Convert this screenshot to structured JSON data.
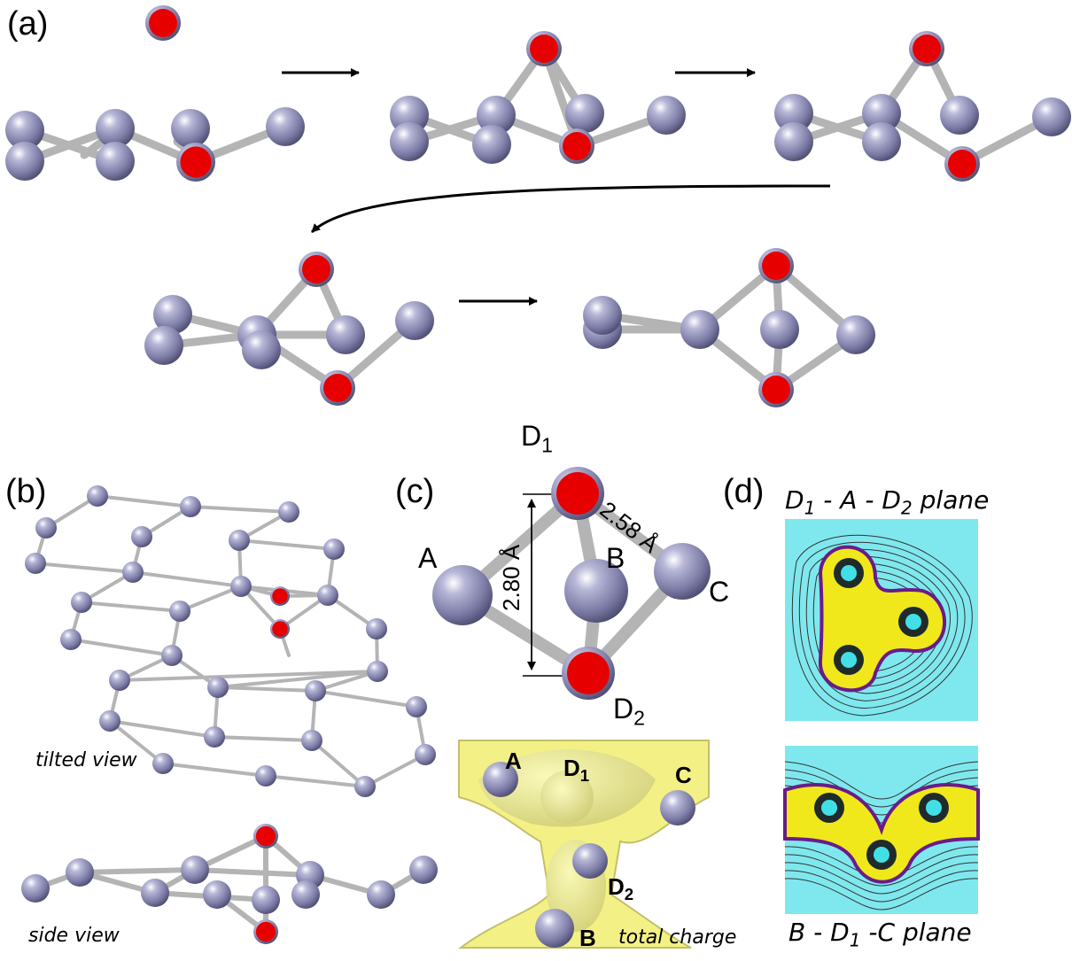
{
  "panels": {
    "a": "(a)",
    "b": "(b)",
    "c": "(c)",
    "d": "(d)"
  },
  "b_captions": {
    "tilted": "tilted view",
    "side": "side view"
  },
  "c_labels": {
    "D1_main": "D",
    "D1_sub": "1",
    "D2_main": "D",
    "D2_sub": "2",
    "A": "A",
    "B": "B",
    "C": "C",
    "bond": "2.58 Å",
    "height": "2.80 Å"
  },
  "charge_labels": {
    "A": "A",
    "D1_main": "D",
    "D1_sub": "1",
    "C": "C",
    "D2_main": "D",
    "D2_sub": "2",
    "B": "B",
    "caption": "total charge"
  },
  "d_captions": {
    "top_pre": "D",
    "top_sub": "1",
    "top_post": " - A - D",
    "top_sub2": "2",
    "top_end": " plane",
    "bot_pre": "B - D",
    "bot_sub": "1",
    "bot_end": " -C plane"
  },
  "colors": {
    "atom": "#8c8cb4",
    "oxygen": "#e60000",
    "bond": "#b4b4b4",
    "contour_bg": "#7fe8ee",
    "charge": "#f2f07a"
  }
}
